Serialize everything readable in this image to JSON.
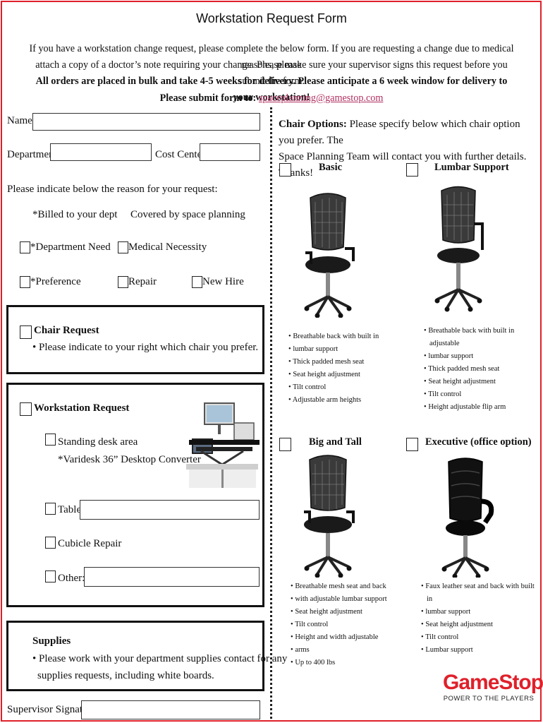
{
  "title": "Workstation Request Form",
  "intro": {
    "line1": "If you have a workstation change request, please complete the below form.  If you are requesting a change due to medical reasons, please",
    "line2": "attach a copy of a doctor’s note requiring your change. Please make sure your supervisor signs this request before you submit the form.",
    "line3": "All orders are placed in bulk and take 4-5 weeks for delivery.  Please anticipate a 6 week window for delivery to your workstation!",
    "submit_label": "Please submit form to:",
    "submit_email": "spaceplanning@gamestop.com"
  },
  "fields": {
    "name_label": "Name:",
    "department_label": "Department:",
    "cost_center_label": "Cost Center:",
    "name_value": "",
    "department_value": "",
    "cost_center_value": ""
  },
  "reason": {
    "prompt": "Please indicate below the reason for your request:",
    "billed_header": "*Billed to your dept",
    "covered_header": "Covered by space planning",
    "options": {
      "department_need": "*Department Need",
      "medical_necessity": "Medical Necessity",
      "preference": "*Preference",
      "repair": "Repair",
      "new_hire": "New Hire"
    }
  },
  "chair_request": {
    "title": "Chair Request",
    "note": "• Please indicate to your right which chair you prefer."
  },
  "workstation_request": {
    "title": "Workstation Request",
    "standing_line1": "Standing desk area",
    "standing_line2": "*Varidesk 36” Desktop Converter",
    "table_label": "Table",
    "cubicle_label": "Cubicle Repair",
    "other_label": "Other:",
    "table_value": "",
    "other_value": ""
  },
  "supplies": {
    "title": "Supplies",
    "line1": "• Please work with your department supplies contact for any",
    "line2": "supplies requests, including white boards."
  },
  "signature": {
    "label": "Supervisor Signature:",
    "value": ""
  },
  "chair_options": {
    "heading": "Chair Options:",
    "text1": " Please specify below which chair option you prefer.  The",
    "text2": "Space Planning Team will contact you with further details.  Thanks!",
    "chairs": [
      {
        "name": "Basic",
        "features": [
          "Breathable back with built in",
          "lumbar support",
          "Thick padded mesh seat",
          "Seat height adjustment",
          "Tilt control",
          "Adjustable arm heights"
        ]
      },
      {
        "name": "Lumbar Support",
        "features": [
          "Breathable back with built in adjustable",
          "lumbar support",
          "Thick padded mesh seat",
          "Seat height adjustment",
          "Tilt control",
          "Height adjustable flip arm"
        ]
      },
      {
        "name": "Big and Tall",
        "features": [
          "Breathable mesh seat and back",
          "with adjustable lumbar support",
          "Seat height adjustment",
          "Tilt control",
          "Height and width adjustable",
          "arms",
          "Up to 400 lbs"
        ]
      },
      {
        "name": "Executive (office option)",
        "features": [
          "Faux leather seat and back with built in",
          "lumbar support",
          "Seat height adjustment",
          "Tilt control",
          "Lumbar support"
        ]
      }
    ]
  },
  "logo": {
    "name": "GameStop",
    "tagline": "POWER TO THE PLAYERS",
    "brand_color": "#e0202a"
  }
}
